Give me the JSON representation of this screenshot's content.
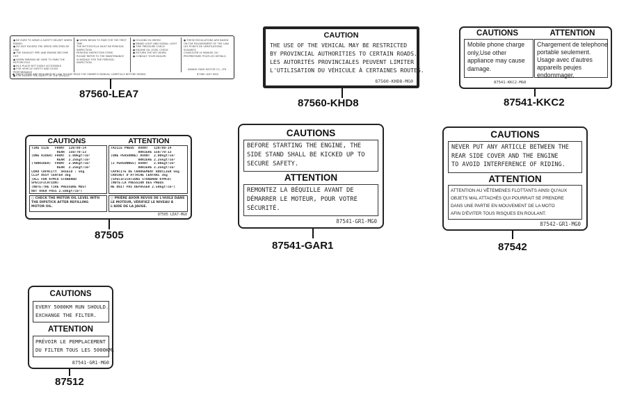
{
  "labels": {
    "lea7": {
      "part_no": "87560-LEA7",
      "code": "87560 LEA7 MG0",
      "company": "KWANG YANG MOTOR CO., LTD",
      "col1": "● BE SURE TO WEAR A SAFETY HELMET WHEN RIDING.\n● DO NOT EXCEED THE SPEED SPECIFIED BY LAW.\n● THE EXHAUST PIPE AND ENGINE BECOME HOT.\n● WHEN PARKING BE SURE TO PARK THE MOTORCYCLE\n● IN A PLACE NOT EASILY ACCESSIBLE.\n● FOR VEHICLE SAFETY AND GOOD PERFORMANCE\n● FOR HIGHER THE SAFETY OF THE VEHICLE.",
      "col2": "● WHEN BEGIN TO RIDE FOR THE FIRST TIME\nTHE MOTORCYCLE MUST BE PERIODIC INSPECTION.\nPERIODIC INSPECTION ITEMS\nPLEASE REFER TO THE MAINTENANCE\nSCHEDULE FOR THE PERIODIC INSPECTION.",
      "col3": "● HOLDING IN GREEN\n● BRAKE LIGHT AND SIGNAL LIGHT\n● TIRE PRESSURE CHECK\n● ENGINE OIL LEVEL CHECK\n● RETURN THE KEY WHEN\n● CONSULT YOUR DEALER.",
      "col4": "● THESE REGULATIONS ARE BASED\nON THE REQUIREMENT OF THE LAW.\nLES POINTS DE VERIFICATIONS SUIVANTS\nCONSULTER LE MANUEL DU\nPROPRIETAIRE POUR LES DETAILS.",
      "footer": "● THESE ITEMS ARE REQUIRED BY LAW. PLEASE READ THE OWNER'S MANUAL CAREFULLY BEFORE RIDING."
    },
    "khd8": {
      "part_no": "87560-KHD8",
      "header": "CAUTION",
      "text": "THE USE OF THE VEHICAL MAY BE RESTRICTED\nBY PROVINCIAL AUTHORITIES TO CERTAIN ROADS.\nLES AUTORITÉS PROVINCIALES PEUVENT LIMITER\nL'UTILISATION DU VÉHICULE À CERTAINES ROUTES.",
      "code": "87560-KHD8-MG0"
    },
    "kkc2": {
      "part_no": "87541-KKC2",
      "header_left": "CAUTIONS",
      "header_right": "ATTENTION",
      "text_left": "Mobile phone charge\nonly,Use other\nappliance may cause\ndamage.",
      "text_right": "Chargement de telephone\nportable seulement.\nUsage avec d'autres\nappareils peujes\nendommager.",
      "code": "87541-KKC2-MG0"
    },
    "tire": {
      "part_no": "87505",
      "header_left": "CAUTIONS",
      "header_right": "ATTENTION",
      "left_rows": [
        "TIRE SIZE   FRONT  120/80-14",
        "             REAR  150/70-13",
        "(ONE RIDER) FRONT  2.00kgf/cm²",
        "             REAR  2.25kgf/cm²",
        "(TWORIDER)  FRONT  2.00kgf/cm²",
        "             REAR  2.25kgf/cm²",
        "LOAD CAPACITY  SHIELD : 5kg",
        "CLIP ASSY CENTER 3kg",
        "(ALL FOR KYMCO STANDARD",
        "SPECIFICATION)",
        "(NOTE:THE TIRE PRESSURE MUST",
        "NOT OVER PASS 2.50kgf/cm²)"
      ],
      "right_rows": [
        "TAILLE PNEUS  AVANT   120/80-14",
        "              ARRIÈRE 150/70-13",
        "(UNE PERSONNE) AVANT  2.00kgf/cm²",
        "              ARRIÈRE 2.25kgf/cm²",
        "(2 PERSONNES) AVANT   2.00kgf/cm²",
        "              ARRIÈRE 2.25kgf/cm²",
        "CAPACITÉ DE CHARGEMENT BOUCLIER 5kg",
        "CROCHET D'ATTACHE CENTRAL 3kg",
        "(SPÉCIFICATIONS STANDARD KYMCO)",
        "(NOTE:LA PRESSION DES PNEUS",
        "NE DOIT PAS DÉPASSER 2.50kgf/cm²)"
      ],
      "oil_left": "○ CHECK THE MOTOR OIL LEVEL WITH\nTHE DIPSTICK AFTER REFILLING\nMOTOR OIL.",
      "oil_right": "○ PRIÈRE AVOIR REVUS DE L'HUILE DANS\nLE MOTEUR, VÉRIFIEZ LE NIVEAU À\nL'AIDE DE LA JAUGE.",
      "code": "87505 LEA7-MG0"
    },
    "gar1": {
      "part_no": "87541-GAR1",
      "header1": "CAUTIONS",
      "text1": "BEFORE STARTING THE ENGINE, THE\nSIDE STAND SHALL BE KICKED UP TO\nSECURE SAFETY.",
      "header2": "ATTENTION",
      "text2": "REMONTEZ LA BÉQUILLE AVANT DE\nDÉMARRER LE MOTEUR, POUR VOTRE\nSÉCURITÉ.",
      "code": "87541-GR1-MG0"
    },
    "s542": {
      "part_no": "87542",
      "header1": "CAUTIONS",
      "text1": "NEVER PUT ANY ARTICLE BETWEEN THE\nREAR SIDE COVER AND THE ENGINE\nTO AVOID INTERFERENCE OF RIDING.",
      "header2": "ATTENTION",
      "text2": "ATTENTION AU VÊTEMENES FLOTTANTS AINSI QU'AUX\nOBJETS MAL ATTACHÉS QUI POURRAIT SE PRENDRE\nDANS UNE PARTIE EN MOUVEMENT DE LA MOTO\nAFIN D'ÉVITER TOUS RISQUES EN ROULANT.",
      "code": "87542-GR1-MG0"
    },
    "s512": {
      "part_no": "87512",
      "header1": "CAUTIONS",
      "text1": "EVERY 5000KM RUN SHOULD.\nEXCHANGE THE FILTER.",
      "header2": "ATTENTION",
      "text2": "PRÉVOIR LE PEMPLACEMENT\nDU FILTER TOUS LES 5000KM.",
      "code": "87541-GR1-MG0"
    }
  }
}
